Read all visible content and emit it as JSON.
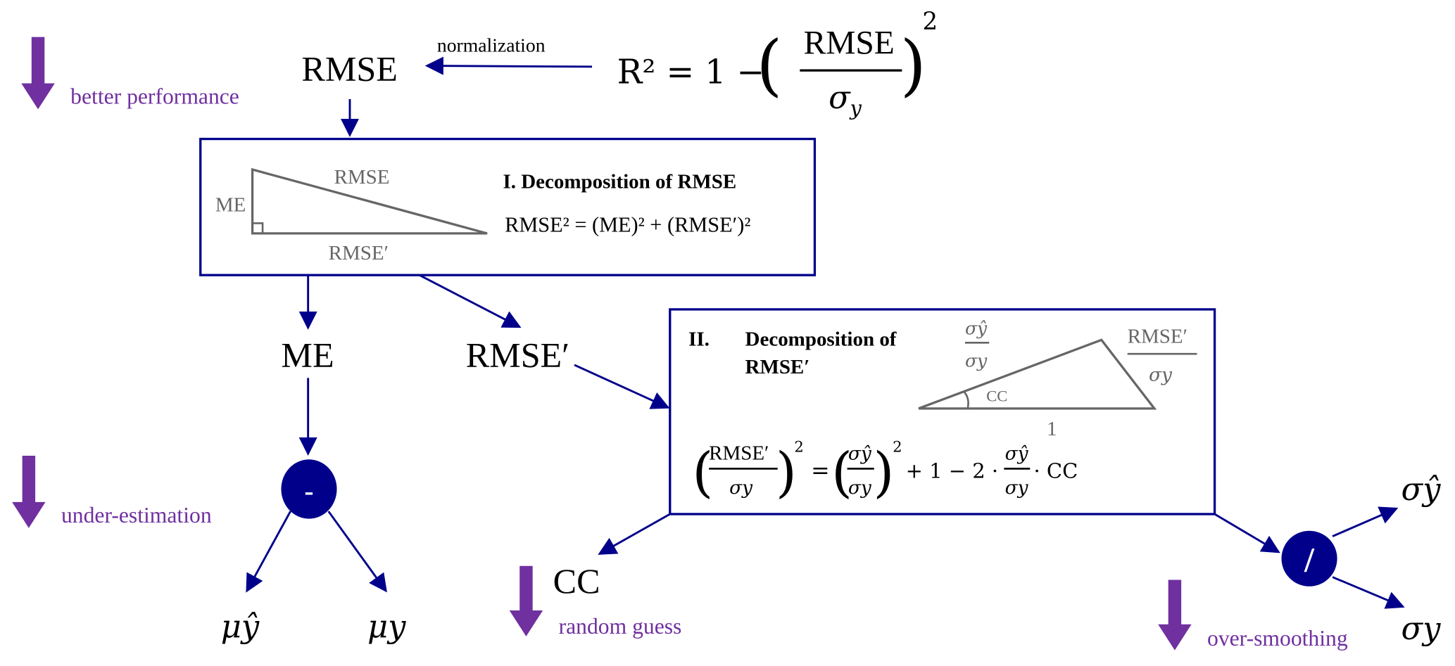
{
  "top": {
    "rmse": "RMSE",
    "normalization": "normalization",
    "r2_lhs": "R² = 1 −",
    "r2_num": "RMSE",
    "r2_den": "σ",
    "r2_den_sub": "y",
    "r2_exp": "2",
    "better_performance": "better performance"
  },
  "box1": {
    "title": "I.  Decomposition of RMSE",
    "tri_hyp": "RMSE",
    "tri_leg": "ME",
    "tri_base": "RMSE′",
    "equation": "RMSE² = (ME)² + (RMSE′)²"
  },
  "mid": {
    "me": "ME",
    "rmse_prime": "RMSE′"
  },
  "box2": {
    "title_num": "II.",
    "title_line1": "Decomposition of",
    "title_line2": "RMSE′",
    "tri_left_num": "σŷ",
    "tri_left_den": "σy",
    "tri_right_num": "RMSE′",
    "tri_right_den": "σy",
    "tri_angle": "CC",
    "tri_base": "1",
    "eq_frac1_num": "RMSE′",
    "eq_frac1_den": "σy",
    "eq_exp": "2",
    "eq_equals": "=",
    "eq_frac2_num": "σŷ",
    "eq_frac2_den": "σy",
    "eq_mid": "+ 1 − 2 ·",
    "eq_frac3_num": "σŷ",
    "eq_frac3_den": "σy",
    "eq_tail": "· CC"
  },
  "bottom": {
    "minus_op": "-",
    "under_estimation": "under-estimation",
    "mu_hat": "μŷ",
    "mu_y": "μy",
    "cc": "CC",
    "random_guess": "random guess",
    "divide_op": "/",
    "sigma_hat": "σŷ",
    "sigma_y": "σy",
    "over_smoothing": "over-smoothing"
  },
  "colors": {
    "edge": "#00008b",
    "indicator": "#7030a0",
    "triangle": "#666666"
  }
}
